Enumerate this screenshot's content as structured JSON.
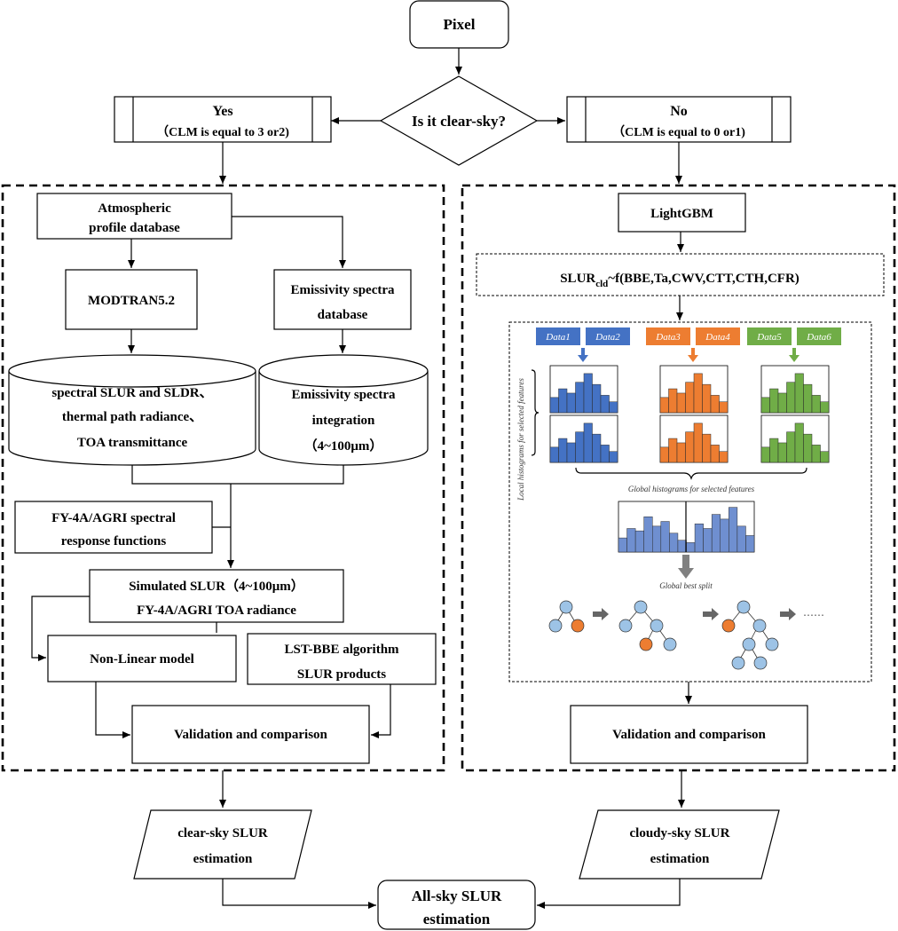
{
  "nodes": {
    "pixel": "Pixel",
    "decision": "Is it clear-sky?",
    "yes_title": "Yes",
    "yes_sub": "（CLM is equal to 3 or2)",
    "no_title": "No",
    "no_sub": "（CLM is equal to 0 or1)",
    "atm_line1": "Atmospheric",
    "atm_line2": "profile database",
    "modtran": "MODTRAN5.2",
    "emis_db_line1": "Emissivity spectra",
    "emis_db_line2": "database",
    "spectral_line1": "spectral SLUR and SLDR、",
    "spectral_line2": "thermal path radiance、",
    "spectral_line3": "TOA transmittance",
    "emis_int_line1": "Emissivity spectra",
    "emis_int_line2": "integration",
    "emis_int_line3": "（4~100μm）",
    "fy4a_line1": "FY-4A/AGRI spectral",
    "fy4a_line2": "response functions",
    "sim_line1": "Simulated SLUR（4~100μm）",
    "sim_line2": "FY-4A/AGRI TOA radiance",
    "nonlinear": "Non-Linear model",
    "lst_line1": "LST-BBE algorithm",
    "lst_line2": "SLUR products",
    "val_left": "Validation and comparison",
    "lightgbm": "LightGBM",
    "formula_main": "SLUR",
    "formula_sub": "cld",
    "formula_rest": "~f(BBE,Ta,CWV,CTT,CTH,CFR)",
    "val_right": "Validation and comparison",
    "clear_line1": "clear-sky SLUR",
    "clear_line2": "estimation",
    "cloudy_line1": "cloudy-sky SLUR",
    "cloudy_line2": "estimation",
    "allsky_line1": "All-sky SLUR",
    "allsky_line2": "estimation"
  },
  "lightgbm_panel": {
    "data_labels": [
      "Data1",
      "Data2",
      "Data3",
      "Data4",
      "Data5",
      "Data6"
    ],
    "local_hist_label": "Local histograms for selected features",
    "global_hist_label": "Global histograms for selected features",
    "best_split_label": "Global best split",
    "ellipsis": "……"
  },
  "colors": {
    "blue": "#4472c4",
    "orange": "#ed7d31",
    "green": "#70ad47",
    "global_blue": "#6f8fd0",
    "node_blue": "#9dc3e6",
    "arrow_gray": "#808080"
  }
}
